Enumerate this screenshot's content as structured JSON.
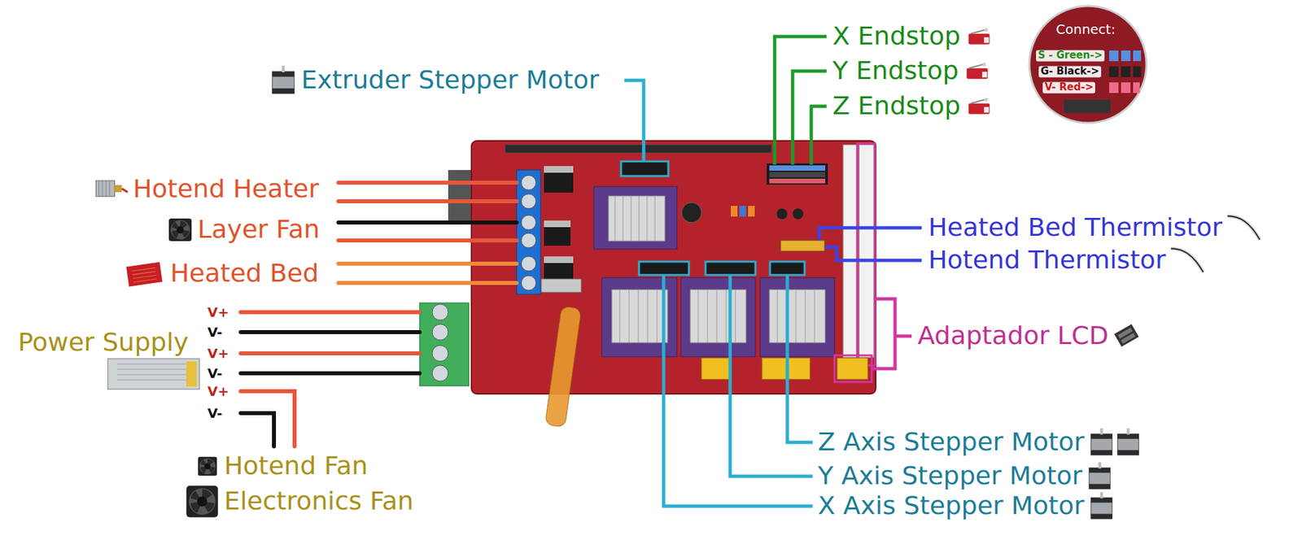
{
  "diagram": {
    "labels": [
      "Extruder Stepper Motor",
      "X Endstop",
      "Y Endstop",
      "Z Endstop",
      "Connect:",
      "S - Green->",
      "G- Black->",
      "V- Red->",
      "Hotend Heater",
      "Layer Fan",
      "Heated Bed",
      "Heated Bed Thermistor",
      "Hotend Thermistor",
      "Adaptador LCD",
      "Power Supply",
      "V+",
      "V-",
      "V+",
      "V-",
      "V+",
      "V-",
      "Hotend Fan",
      "Electronics Fan",
      "Z Axis Stepper Motor",
      "Y Axis Stepper Motor",
      "X Axis Stepper Motor"
    ]
  }
}
